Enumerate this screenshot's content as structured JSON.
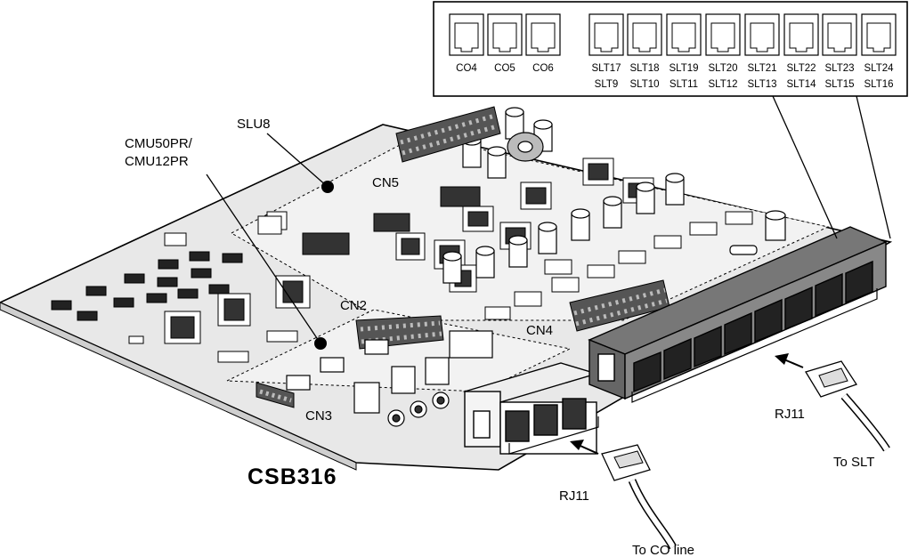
{
  "board_name": "CSB316",
  "modules": {
    "slu": "SLU8",
    "cmu_line1": "CMU50PR/",
    "cmu_line2": "CMU12PR"
  },
  "connectors": [
    "CN5",
    "CN2",
    "CN4",
    "CN3"
  ],
  "co_ports": [
    "CO4",
    "CO5",
    "CO6"
  ],
  "slt_ports": [
    {
      "top": "SLT17",
      "bottom": "SLT9"
    },
    {
      "top": "SLT18",
      "bottom": "SLT10"
    },
    {
      "top": "SLT19",
      "bottom": "SLT11"
    },
    {
      "top": "SLT20",
      "bottom": "SLT12"
    },
    {
      "top": "SLT21",
      "bottom": "SLT13"
    },
    {
      "top": "SLT22",
      "bottom": "SLT14"
    },
    {
      "top": "SLT23",
      "bottom": "SLT15"
    },
    {
      "top": "SLT24",
      "bottom": "SLT16"
    }
  ],
  "co_plug": {
    "type": "RJ11",
    "destination": "To CO line"
  },
  "slt_plug": {
    "type": "RJ11",
    "destination": "To SLT"
  }
}
